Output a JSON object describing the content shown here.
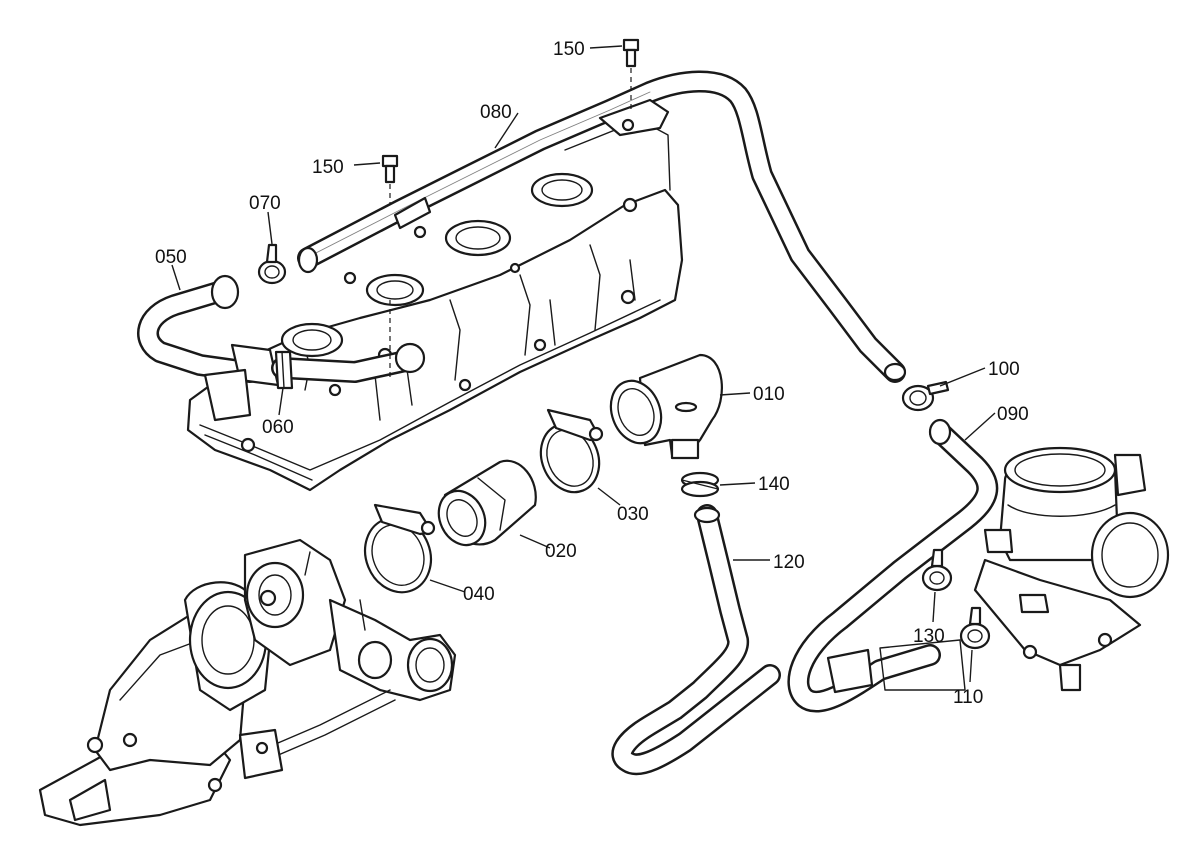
{
  "callouts": {
    "c010": "010",
    "c020": "020",
    "c030": "030",
    "c040": "040",
    "c050": "050",
    "c060": "060",
    "c070": "070",
    "c080": "080",
    "c090": "090",
    "c100": "100",
    "c110": "110",
    "c120": "120",
    "c130": "130",
    "c140": "140",
    "c150_top": "150",
    "c150_mid": "150"
  }
}
